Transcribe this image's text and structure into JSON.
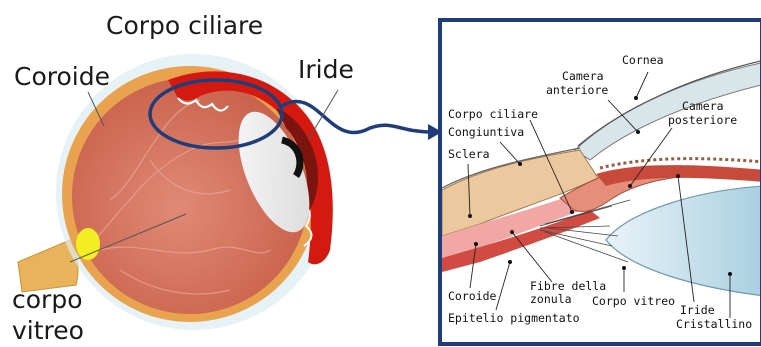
{
  "left_labels": {
    "corpo_ciliare": "Corpo ciliare",
    "iride": "Iride",
    "coroide": "Coroide",
    "corpo_vitreo_line1": "corpo",
    "corpo_vitreo_line2": "vitreo"
  },
  "detail_labels": {
    "cornea": "Cornea",
    "camera_anteriore_1": "Camera",
    "camera_anteriore_2": "anteriore",
    "camera_posteriore_1": "Camera",
    "camera_posteriore_2": "posteriore",
    "corpo_ciliare": "Corpo ciliare",
    "congiuntiva": "Congiuntiva",
    "sclera": "Sclera",
    "coroide": "Coroide",
    "fibre_1": "Fibre della",
    "fibre_2": "zonula",
    "corpo_vitreo": "Corpo vitreo",
    "iride": "Iride",
    "cristallino": "Cristallino",
    "epitelio": "Epitelio pigmentato"
  },
  "colors": {
    "frame": "#1f3d7a",
    "eye_fill": "#d9735e",
    "sclera_rim": "#e8a04a",
    "ciliary_red": "#d41a10",
    "lens_blue": "#cfe3ee"
  }
}
